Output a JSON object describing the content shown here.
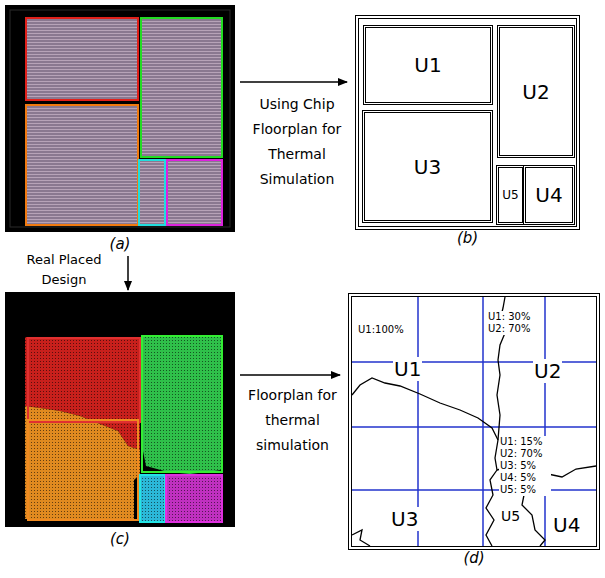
{
  "diagram": {
    "nodes": [
      {
        "text": [
          "(a)"
        ]
      },
      {
        "text": [
          "(b)"
        ]
      },
      {
        "text": [
          "U1"
        ],
        "in": 1
      },
      {
        "text": [
          "U2"
        ],
        "in": 1
      },
      {
        "text": [
          "U3"
        ],
        "in": 1
      },
      {
        "text": [
          "U5"
        ],
        "in": 1
      },
      {
        "text": [
          "U4"
        ],
        "in": 1
      },
      {
        "text": [
          "(c)"
        ]
      },
      {
        "text": [
          "(d)"
        ]
      }
    ],
    "edges": [
      {
        "from": 0,
        "to": 1,
        "arrow": "to",
        "label": "Using Chip Floorplan for Thermal Simulation"
      },
      {
        "from": 0,
        "to": 7,
        "arrow": "to",
        "label": "Real Placed Design"
      },
      {
        "from": 7,
        "to": 8,
        "arrow": "to",
        "label": "Floorplan for thermal simulation"
      }
    ],
    "labels": [
      "U1:100%",
      "U1: 30% U2: 70%",
      "U1",
      "U2",
      "U1: 15% U2: 70% U3: 5% U4: 5% U5: 5%",
      "U3",
      "U5",
      "U4"
    ]
  }
}
